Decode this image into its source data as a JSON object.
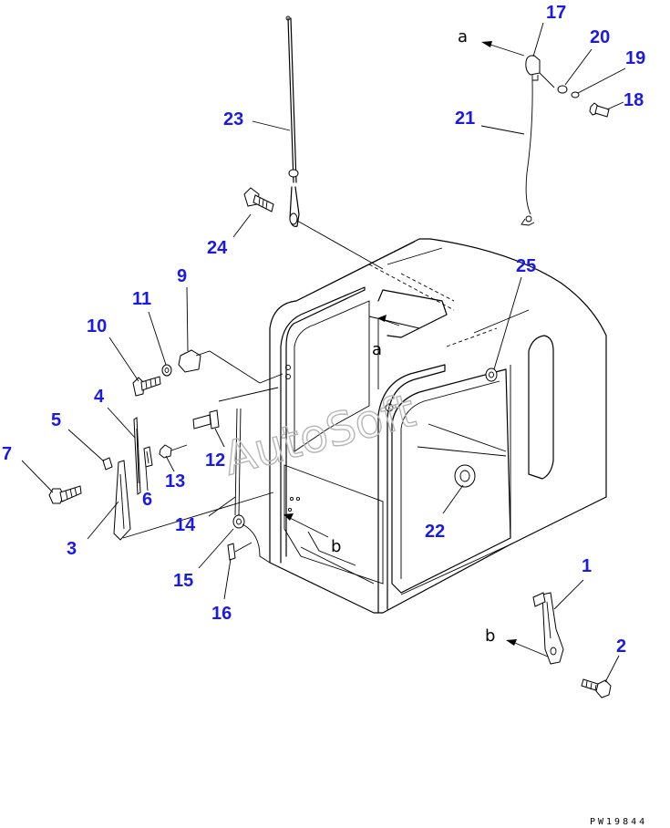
{
  "callouts": [
    "1",
    "2",
    "3",
    "4",
    "5",
    "6",
    "7",
    "9",
    "10",
    "11",
    "12",
    "13",
    "14",
    "15",
    "16",
    "17",
    "18",
    "19",
    "20",
    "21",
    "22",
    "23",
    "24",
    "25"
  ],
  "refs": {
    "a": "a",
    "b": "b"
  },
  "watermark": "AutoSoft",
  "drawing_code": "PW19844",
  "colors": {
    "callout": "#1a1ae6",
    "line": "#000000",
    "watermark": "#b5b5b5"
  }
}
